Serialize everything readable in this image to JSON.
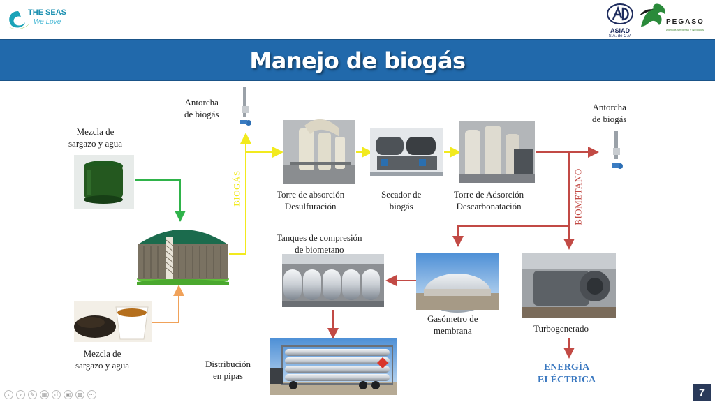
{
  "logos": {
    "seas_line1": "THE SEAS",
    "seas_line2": "We Love",
    "asiad_name": "ASIAD",
    "asiad_sub": "S.A. de C.V.",
    "pegaso_name": "PEGASO",
    "pegaso_tagline": "Agencia Ambiental y Negocios"
  },
  "banner": {
    "title": "Manejo de biogás"
  },
  "labels": {
    "antorcha_1": "Antorcha\nde biogás",
    "antorcha_2": "Antorcha\nde biogás",
    "mezcla_1": "Mezcla de\nsargazo y agua",
    "mezcla_2": "Mezcla de\nsargazo y agua",
    "torre_absorcion": "Torre de absorción\nDesulfuración",
    "secador": "Secador de\nbiogás",
    "torre_adsorcion": "Torre de Adsorción\nDescarbonatación",
    "tanques": "Tanques de compresión\nde biometano",
    "gasometro": "Gasómetro de\nmembrana",
    "turbogenerado": "Turbogenerado",
    "distribucion": "Distribución\nen pipas",
    "energia": "ENERGÍA\nELÉCTRICA",
    "biogas_flow": "BIOGÁS",
    "biometano_flow": "BIOMETANO"
  },
  "colors": {
    "banner": "#2169ab",
    "biogas_line": "#f2ea1e",
    "biometano_line": "#c24a45",
    "green_line": "#2fb34a",
    "orange_line": "#f0a25a",
    "energy_text": "#3a78c0"
  },
  "icons": {
    "antorcha": "torch-icon"
  },
  "toolbar": {
    "page_number": "7"
  }
}
